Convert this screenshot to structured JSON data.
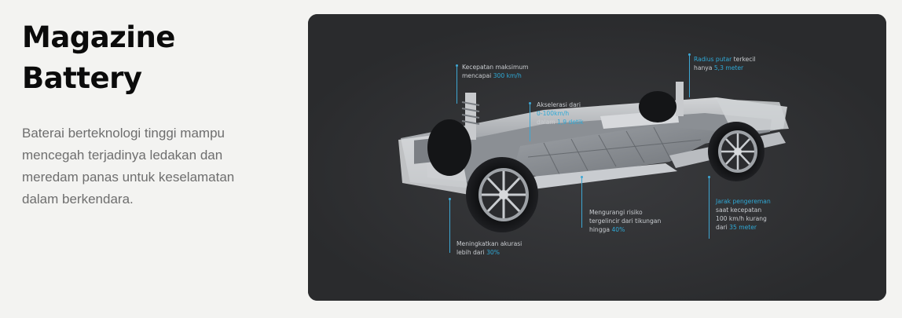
{
  "section": {
    "title_line1": "Magazine",
    "title_line2": "Battery",
    "description": "Baterai berteknologi tinggi mampu mencegah terjadinya ledakan dan meredam panas untuk keselamatan dalam berkendara."
  },
  "callouts": {
    "top_speed": {
      "line1": "Kecepatan maksimum",
      "line2_prefix": "mencapai ",
      "highlight": "300 km/h"
    },
    "acceleration": {
      "line1": "Akselerasi dari",
      "highlight1": "0-100km/h",
      "line3_prefix": "dalam ",
      "highlight2": "1,9 detik"
    },
    "turning_radius": {
      "highlight": "Radius putar",
      "line1_suffix": " terkecil",
      "line2_prefix": "hanya ",
      "highlight2": "5,3 meter"
    },
    "braking": {
      "highlight": "Jarak pengereman",
      "line2": "saat kecepatan",
      "line3": "100 km/h kurang",
      "line4_prefix": "dari ",
      "highlight2": "35 meter"
    },
    "risk": {
      "line1": "Mengurangi risiko",
      "line2": "tergelincir dari tikungan",
      "line3_prefix": "hingga ",
      "highlight": "40%"
    },
    "accuracy": {
      "line1": "Meningkatkan akurasi",
      "line2_prefix": "lebih dari ",
      "highlight": "30%"
    }
  },
  "colors": {
    "background": "#f3f3f1",
    "panel": "#2a2b2d",
    "accent": "#2fa9d6",
    "title": "#0b0b0b",
    "body_text": "#6e6e6e"
  }
}
